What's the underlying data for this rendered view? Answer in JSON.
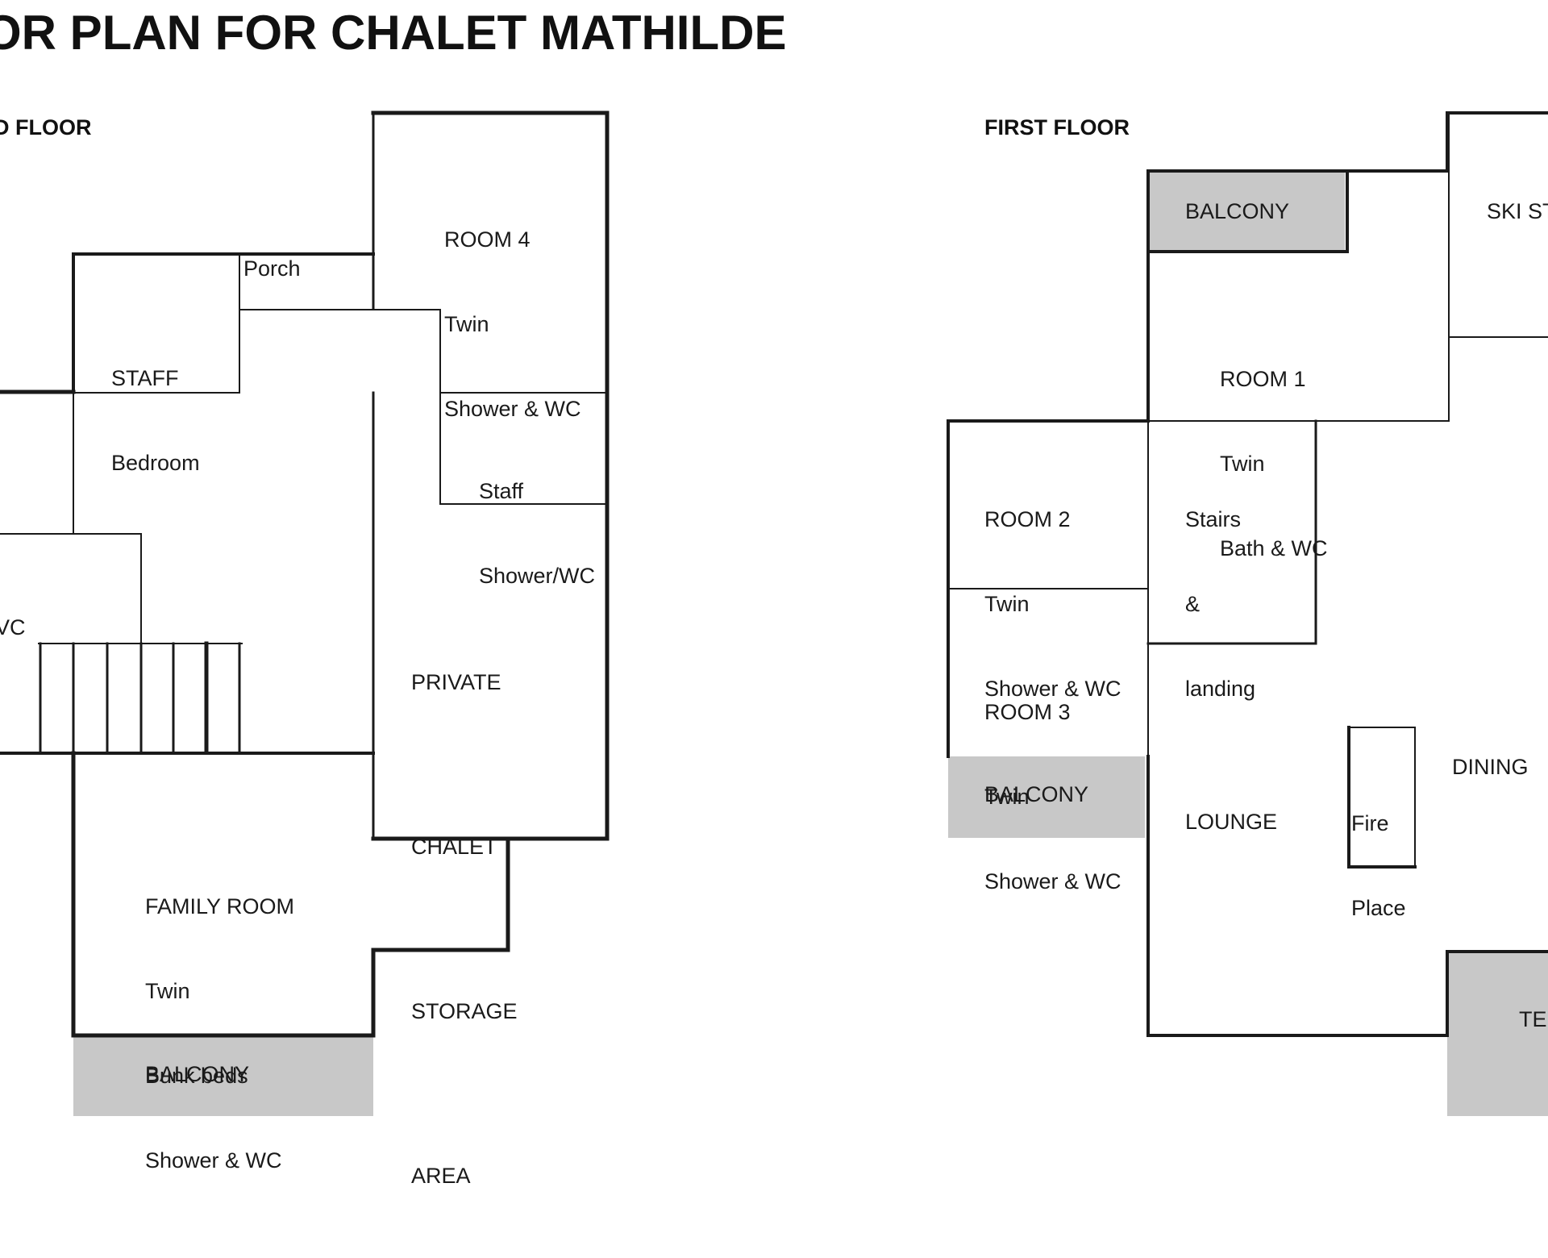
{
  "title": "OR PLAN FOR CHALET MATHILDE",
  "ground_floor": {
    "label": "D FLOOR",
    "room4": [
      "ROOM 4",
      "Twin",
      "Shower & WC"
    ],
    "porch": "Porch",
    "staff_bedroom": [
      "STAFF",
      "Bedroom"
    ],
    "staff_shower": [
      "Staff",
      "Shower/WC"
    ],
    "private_storage": [
      "PRIVATE",
      "CHALET",
      "STORAGE",
      "AREA"
    ],
    "partial_wc": "VC",
    "family_room": [
      "FAMILY ROOM",
      "Twin",
      "Bunk beds",
      "Shower & WC"
    ],
    "balcony": "BALCONY"
  },
  "first_floor": {
    "label": "FIRST FLOOR",
    "balcony_top": "BALCONY",
    "ski_store": "SKI ST",
    "room1": [
      "ROOM 1",
      "Twin",
      "Bath & WC"
    ],
    "room2": [
      "ROOM 2",
      "Twin",
      "Shower & WC"
    ],
    "stairs": [
      "Stairs",
      "&",
      "landing"
    ],
    "room3": [
      "ROOM 3",
      "Twin",
      "Shower & WC"
    ],
    "balcony_left": "BALCONY",
    "lounge": "LOUNGE",
    "fire_place": [
      "Fire",
      "Place"
    ],
    "dining": "DINING",
    "terrace": "TE"
  },
  "colors": {
    "wall": "#1a1a1a",
    "balcony_fill": "#c8c8c8",
    "background": "#ffffff"
  }
}
